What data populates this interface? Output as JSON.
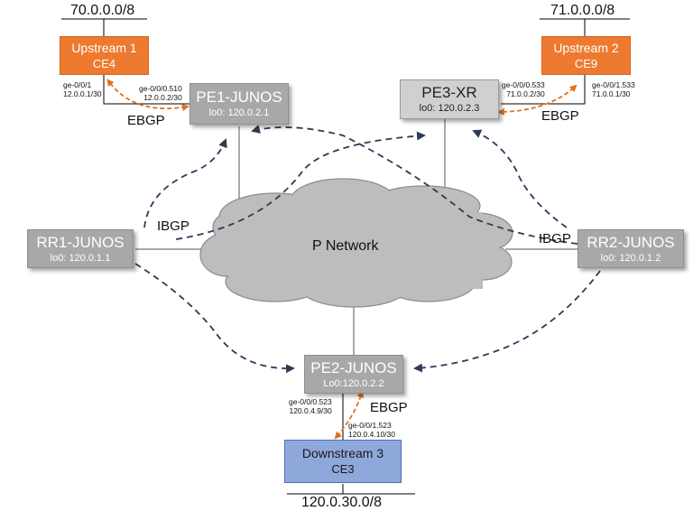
{
  "colors": {
    "ce_orange": "#ee7a30",
    "router_gray": "#a8a8a8",
    "pe3_lightgray": "#d0d0d0",
    "downstream_blue": "#8fa8dc",
    "ebgp_arrow": "#e07020",
    "ibgp_arrow": "#2e3b55",
    "cloud": "#bdbdbd"
  },
  "prefixes": {
    "upstream1": "70.0.0.0/8",
    "upstream2": "71.0.0.0/8",
    "downstream3": "120.0.30.0/8"
  },
  "nodes": {
    "upstream1": {
      "title": "Upstream 1",
      "sub": "CE4"
    },
    "upstream2": {
      "title": "Upstream 2",
      "sub": "CE9"
    },
    "pe1": {
      "title": "PE1-JUNOS",
      "sub": "lo0: 120.0.2.1"
    },
    "pe3": {
      "title": "PE3-XR",
      "sub": "lo0: 120.0.2.3"
    },
    "rr1": {
      "title": "RR1-JUNOS",
      "sub": "lo0: 120.0.1.1"
    },
    "rr2": {
      "title": "RR2-JUNOS",
      "sub": "lo0: 120.0.1.2"
    },
    "pe2": {
      "title": "PE2-JUNOS",
      "sub": "Lo0:120.0.2.2"
    },
    "downstream3": {
      "title": "Downstream 3",
      "sub": "CE3"
    }
  },
  "cloud_label": "P Network",
  "interfaces": {
    "ce4_if": "ge-0/0/1",
    "ce4_ip": "12.0.0.1/30",
    "pe1_if": "ge-0/0/0.510",
    "pe1_ip": "12.0.0.2/30",
    "pe3_if": "ge-0/0/0.533",
    "pe3_ip": "71.0.0.2/30",
    "ce9_if": "ge-0/0/1.533",
    "ce9_ip": "71.0.0.1/30",
    "pe2_if": "ge-0/0/0.523",
    "pe2_ip": "120.0.4.9/30",
    "ce3_if": "ge-0/0/1.523",
    "ce3_ip": "120.0.4.10/30"
  },
  "session_labels": {
    "ebgp_left": "EBGP",
    "ebgp_right": "EBGP",
    "ebgp_bottom": "EBGP",
    "ibgp_left": "IBGP",
    "ibgp_right": "IBGP"
  }
}
